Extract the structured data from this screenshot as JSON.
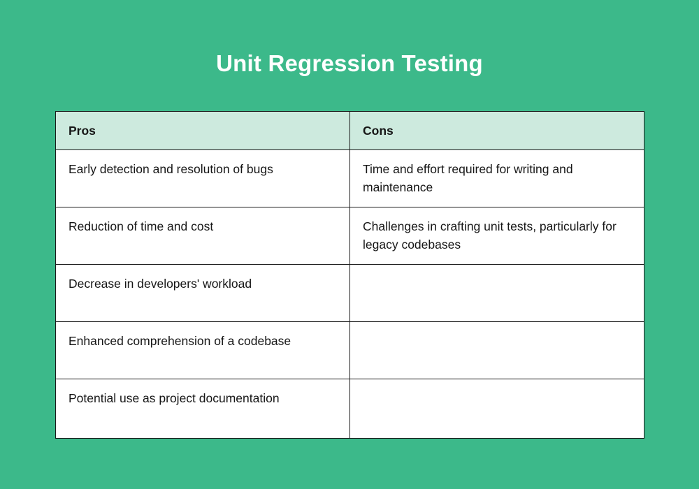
{
  "slide": {
    "background_color": "#3cb98a",
    "title": "Unit Regression Testing"
  },
  "table": {
    "header_background": "#cdeade",
    "border_color": "#1a1a1a",
    "cell_background": "#ffffff",
    "text_color": "#161616",
    "columns": [
      "Pros",
      "Cons"
    ],
    "rows": [
      {
        "pros": "Early detection and resolution of bugs",
        "cons": "Time and effort required for writing and maintenance"
      },
      {
        "pros": "Reduction of time and cost",
        "cons": "Challenges in crafting unit tests, particularly for legacy codebases"
      },
      {
        "pros": "Decrease in developers' workload",
        "cons": ""
      },
      {
        "pros": "Enhanced comprehension of a codebase",
        "cons": ""
      },
      {
        "pros": "Potential use as project documentation",
        "cons": ""
      }
    ]
  }
}
